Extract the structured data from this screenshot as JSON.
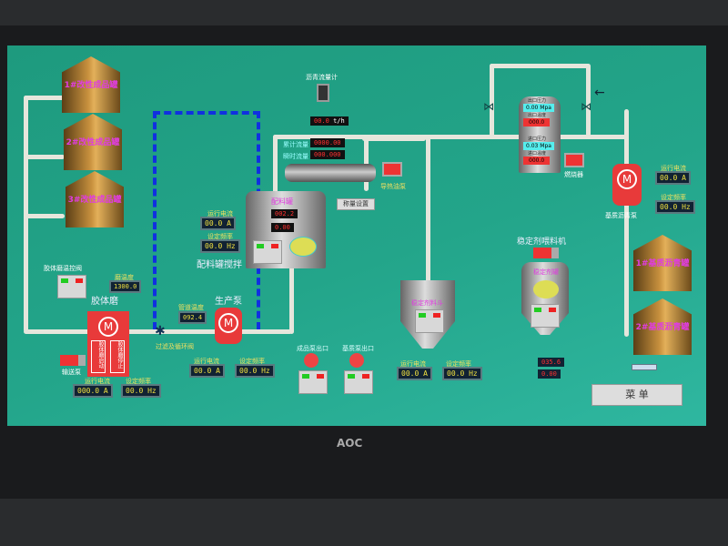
{
  "monitor": {
    "brand": "AOC"
  },
  "tanks_left": [
    "1#改性成品罐",
    "2#改性成品罐",
    "3#改性成品罐"
  ],
  "tanks_right": [
    "1#基质沥青罐",
    "2#基质沥青罐"
  ],
  "flowmeter": {
    "label": "沥青流量计",
    "value": "00.0",
    "unit": "t/h",
    "total_label": "累计流量",
    "total": "0000.00",
    "instant_label": "瞬时流量",
    "instant": "000.000"
  },
  "heat_pump": {
    "label": "导热油泵"
  },
  "weigh_button": "称量设置",
  "mix_tank": {
    "name": "配料罐",
    "value1": "002.2",
    "value2": "0.00",
    "label": "配料罐搅拌",
    "current_label": "运行电流",
    "current": "00.0 A",
    "freq_label": "设定频率",
    "freq": "00.0 Hz"
  },
  "colloid_mill": {
    "valve_label": "胶体磨温控阀",
    "temp_label": "磨温度",
    "temp": "1300.0",
    "label": "胶体磨",
    "start": "胶体磨启动",
    "stop": "胶体磨停止",
    "feeder": "输送泵",
    "current_label": "运行电流",
    "current": "000.0 A",
    "freq_label": "设定频率",
    "freq": "00.0 Hz"
  },
  "pipe_temp": {
    "label": "管道温度",
    "value": "092.4"
  },
  "valve_label": "过滤及循环阀",
  "production_pump": {
    "label": "生产泵",
    "current_label": "运行电流",
    "current": "00.0 A",
    "freq_label": "设定频率",
    "freq": "00.0 Hz"
  },
  "lamps": [
    "成品泵出口",
    "基质泵出口"
  ],
  "hopper": {
    "label": "稳定剂料斗",
    "current_label": "运行电流",
    "current": "00.0 A",
    "freq_label": "设定频率",
    "freq": "00.0 Hz"
  },
  "stabilizer": {
    "title": "稳定剂喂料机",
    "tank": "稳定剂罐",
    "value1": "035.6",
    "value2": "0.00"
  },
  "heater": {
    "out_press_label": "出口压力",
    "out_press": "0.00 Mpa",
    "out_temp_label": "出口温度",
    "out_temp": "000.0",
    "in_press_label": "进口压力",
    "in_press": "0.03 Mpa",
    "in_temp_label": "进口温度",
    "in_temp": "000.0",
    "burner": "燃烧器"
  },
  "base_pump": {
    "label": "基质沥青泵",
    "current_label": "运行电流",
    "current": "00.0 A",
    "freq_label": "设定频率",
    "freq": "00.0 Hz"
  },
  "menu_button": "菜 单"
}
